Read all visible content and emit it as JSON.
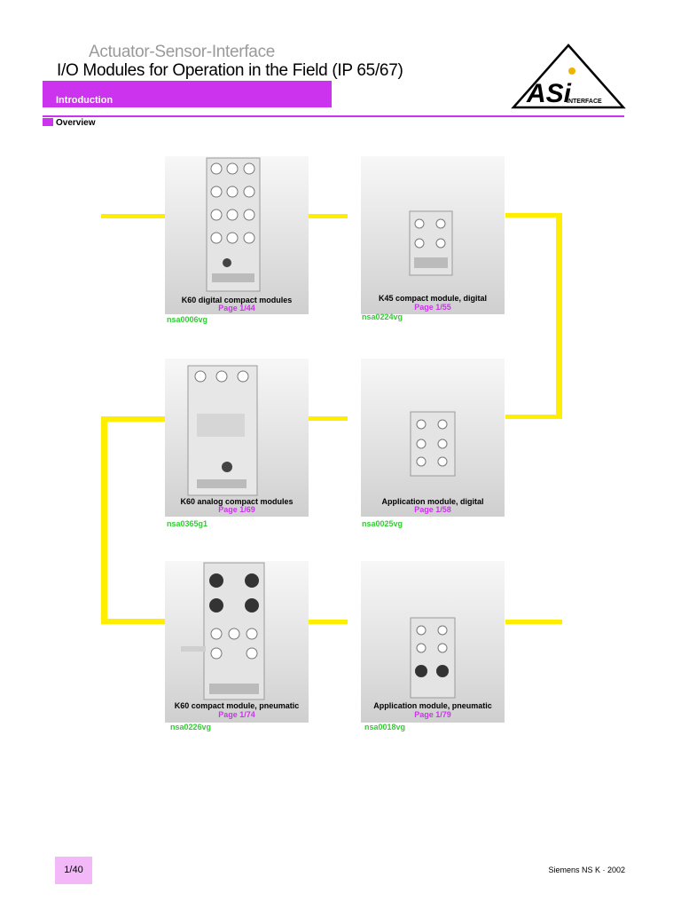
{
  "header": {
    "title": "Actuator-Sensor-Interface",
    "subtitle": "I/O Modules for Operation in the Field (IP 65/67)",
    "section": "Introduction",
    "subsection": "Overview"
  },
  "logo": {
    "main": "ASi",
    "sub": "INTERFACE",
    "colors": {
      "dot": "#f0b400",
      "ink": "#000000"
    }
  },
  "modules": [
    {
      "title": "K60 digital compact modules",
      "page": "Page 1/44",
      "code": "nsa0006vg"
    },
    {
      "title": "K45 compact module, digital",
      "page": "Page 1/55",
      "code": "nsa0224vg"
    },
    {
      "title": "K60 analog compact modules",
      "page": "Page 1/69",
      "code": "nsa0365g1"
    },
    {
      "title": "Application module, digital",
      "page": "Page 1/58",
      "code": "nsa0025vg"
    },
    {
      "title": "K60 compact module, pneumatic",
      "page": "Page 1/74",
      "code": "nsa0226vg"
    },
    {
      "title": "Application module, pneumatic",
      "page": "Page 1/79",
      "code": "nsa0018vg"
    }
  ],
  "footer": {
    "page_number": "1/40",
    "publisher": "Siemens NS K · 2002"
  },
  "colors": {
    "accent": "#cc33ee",
    "connector": "#ffee00",
    "code": "#33cc33"
  }
}
